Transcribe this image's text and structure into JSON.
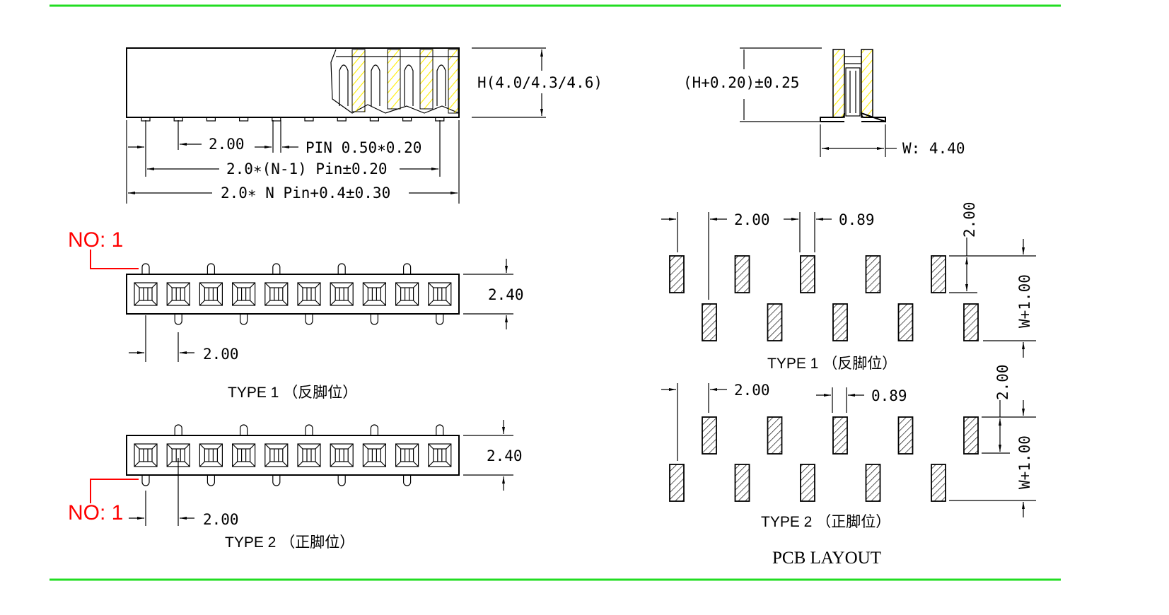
{
  "colors": {
    "rule": "#22dd22",
    "pin1_marker": "#ff0000",
    "hatch_highlight": "#ffff00",
    "line": "#000000"
  },
  "front_view": {
    "pitch_label": "2.00",
    "pin_size_label": "PIN  0.50∗0.20",
    "span_label": "2.0∗(N-1)  Pin±0.20",
    "length_label": "2.0∗  N  Pin+0.4±0.30",
    "height_label": "H(4.0/4.3/4.6)",
    "pin_count": 10
  },
  "side_view": {
    "height_label": "(H+0.20)±0.25",
    "width_label": "W:  4.40"
  },
  "top_view_type1": {
    "pin1_label": "NO: 1",
    "height_label": "2.40",
    "pitch_label": "2.00",
    "caption": "TYPE 1 （反脚位）",
    "socket_count": 10
  },
  "top_view_type2": {
    "pin1_label": "NO: 1",
    "height_label": "2.40",
    "pitch_label": "2.00",
    "caption": "TYPE 2 （正脚位）",
    "socket_count": 10
  },
  "pcb_type1": {
    "pitch_label": "2.00",
    "pad_width_label": "0.89",
    "pad_length_label": "2.00",
    "row_span_label": "W+1.00",
    "caption": "TYPE 1 （反脚位）",
    "pads_per_row": 5
  },
  "pcb_type2": {
    "pitch_label": "2.00",
    "pad_width_label": "0.89",
    "pad_length_label": "2.00",
    "row_span_label": "W+1.00",
    "caption": "TYPE 2 （正脚位）",
    "pads_per_row": 5
  },
  "pcb_title": "PCB  LAYOUT"
}
